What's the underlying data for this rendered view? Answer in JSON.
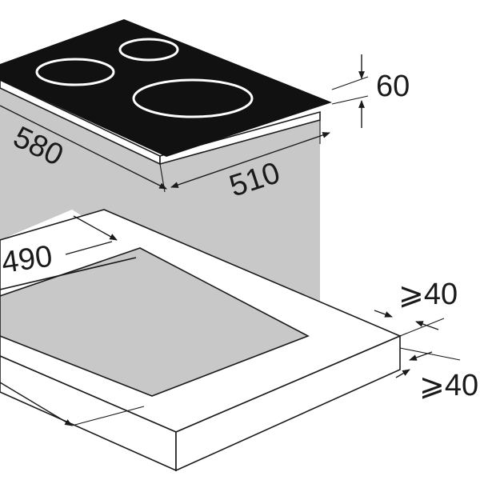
{
  "dimensions": {
    "hob_height": "60",
    "hob_depth": "580",
    "hob_width": "510",
    "cutout_width": "490",
    "clearance_side": "⩾40",
    "clearance_rear": "⩾40"
  }
}
